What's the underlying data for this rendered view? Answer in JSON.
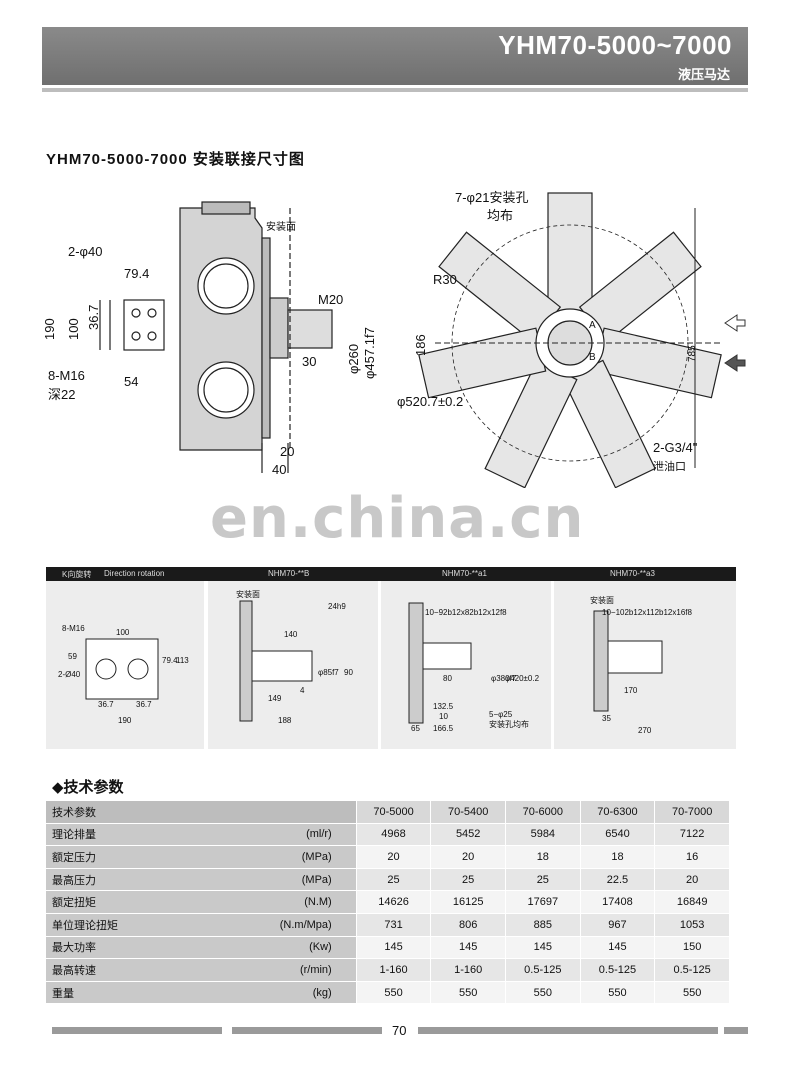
{
  "header": {
    "title": "YHM70-5000~7000",
    "subtitle": "液压马达"
  },
  "section1_title": "YHM70-5000-7000 安装联接尺寸图",
  "drawing_left": {
    "holes": "2-φ40",
    "d79_4": "79.4",
    "d190": "190",
    "d100": "100",
    "d36_7": "36.7",
    "thread": "8-M16",
    "depth": "深22",
    "d54": "54",
    "mount_face": "安装面",
    "m20": "M20",
    "d30": "30",
    "d260": "φ260",
    "d457": "φ457.1f7",
    "d20": "20",
    "d40": "40"
  },
  "drawing_right": {
    "mount_holes": "7-φ21安装孔",
    "even": "均布",
    "r30": "R30",
    "d186": "186",
    "d520": "φ520.7±0.2",
    "drain": "2-G3/4\"",
    "drain_label": "泄油口",
    "d785": "785",
    "a": "A",
    "b": "B"
  },
  "watermark": "en.china.cn",
  "direction_band": {
    "k": "K向旋转",
    "rot": "Direction rotation",
    "b": "NHM70-**B",
    "a1": "NHM70-**a1",
    "a3": "NHM70-**a3"
  },
  "panel1": {
    "thread": "8-M16",
    "d100": "100",
    "d59": "59",
    "holes": "2-Ø40",
    "d79_4": "79.4",
    "d113": "113",
    "d36_7a": "36.7",
    "d36_7b": "36.7",
    "d190": "190"
  },
  "panel2": {
    "face": "安装面",
    "key": "24h9",
    "d140": "140",
    "d85": "φ85f7",
    "d90": "90",
    "d149": "149",
    "d4": "4",
    "d188": "188"
  },
  "panel3": {
    "spline": "10−92b12x82b12x12f8",
    "d380": "φ380f7",
    "d420": "φ420±0.2",
    "d80": "80",
    "d132": "132.5",
    "d10": "10",
    "d65": "65",
    "d166": "166.5",
    "holes": "5−φ25",
    "holes2": "安装孔均布"
  },
  "panel4": {
    "face": "安装面",
    "spline": "10−102b12x112b12x16f8",
    "d170": "170",
    "d35": "35",
    "d270": "270"
  },
  "section2_title": "◆技术参数",
  "spec": {
    "header": {
      "label": "技术参数",
      "models": [
        "70-5000",
        "70-5400",
        "70-6000",
        "70-6300",
        "70-7000"
      ]
    },
    "rows": [
      {
        "label": "理论排量",
        "unit": "(ml/r)",
        "values": [
          "4968",
          "5452",
          "5984",
          "6540",
          "7122"
        ]
      },
      {
        "label": "额定压力",
        "unit": "(MPa)",
        "values": [
          "20",
          "20",
          "18",
          "18",
          "16"
        ]
      },
      {
        "label": "最高压力",
        "unit": "(MPa)",
        "values": [
          "25",
          "25",
          "25",
          "22.5",
          "20"
        ]
      },
      {
        "label": "额定扭矩",
        "unit": "(N.M)",
        "values": [
          "14626",
          "16125",
          "17697",
          "17408",
          "16849"
        ]
      },
      {
        "label": "单位理论扭矩",
        "unit": "(N.m/Mpa)",
        "values": [
          "731",
          "806",
          "885",
          "967",
          "1053"
        ]
      },
      {
        "label": "最大功率",
        "unit": "(Kw)",
        "values": [
          "145",
          "145",
          "145",
          "145",
          "150"
        ]
      },
      {
        "label": "最高转速",
        "unit": "(r/min)",
        "values": [
          "1-160",
          "1-160",
          "0.5-125",
          "0.5-125",
          "0.5-125"
        ]
      },
      {
        "label": "重量",
        "unit": "(kg)",
        "values": [
          "550",
          "550",
          "550",
          "550",
          "550"
        ]
      }
    ]
  },
  "footer": {
    "page": "70"
  }
}
